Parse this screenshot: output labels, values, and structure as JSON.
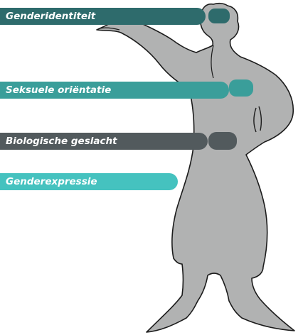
{
  "labels": [
    {
      "text": "Genderidentiteit",
      "color": "#2e6b6c"
    },
    {
      "text": "Seksuele oriëntatie",
      "color": "#3a9e9a"
    },
    {
      "text": "Biologische geslacht",
      "color": "#525a5d"
    },
    {
      "text": "Genderexpressie",
      "color": "#45c2bf"
    }
  ],
  "colors": {
    "figure_fill": "#b1b2b2",
    "figure_stroke": "#1c1c1c",
    "head_marker": "#2e6b6c",
    "heart_marker": "#3a9e9a",
    "pelvis_marker": "#525a5d"
  }
}
